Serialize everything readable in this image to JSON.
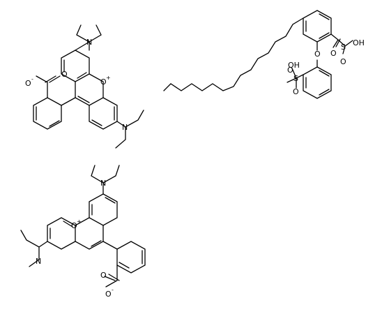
{
  "molecules": [
    {
      "id": "rhodamine-zwitterion-1",
      "labels": {
        "n_top": "N",
        "n_right": "N",
        "o_ring": "O",
        "o_ring_charge": "+",
        "carboxylate": "O",
        "carboxylate_charge": "-",
        "carbonyl_o": "O"
      }
    },
    {
      "id": "dodecylphenyl-ether-disulfonic-acid",
      "labels": {
        "ether_o": "O",
        "sulfonyl_s1": "S",
        "sulfonyl_o1a": "O",
        "sulfonyl_o1b": "O",
        "sulfonyl_oh1": "OH",
        "sulfonyl_s2": "S",
        "sulfonyl_o2a": "O",
        "sulfonyl_o2b": "O",
        "sulfonyl_oh2": "OH"
      }
    },
    {
      "id": "rhodamine-zwitterion-2",
      "labels": {
        "n_top": "N",
        "n_left": "N",
        "o_ring": "O",
        "o_ring_charge": "+",
        "carbonyl_o": "O",
        "carboxylate": "O",
        "carboxylate_charge": "-"
      }
    }
  ]
}
